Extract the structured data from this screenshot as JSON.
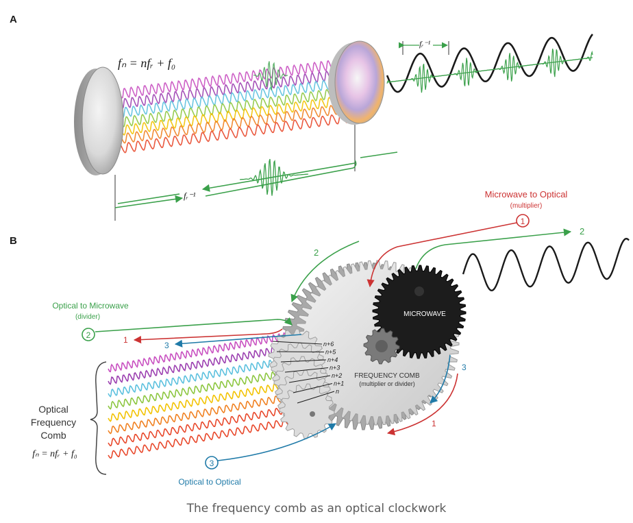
{
  "panel_a": {
    "letter": "A",
    "formula": "fₙ = nfᵣ + f₀",
    "period_label": "fᵣ⁻¹",
    "period_label_top": "fᵣ⁻¹"
  },
  "panel_b": {
    "letter": "B",
    "microwave_to_optical": "Microwave to Optical",
    "multiplier": "(multiplier)",
    "optical_to_microwave": "Optical to Microwave",
    "divider": "(divider)",
    "optical_to_optical": "Optical to Optical",
    "microwave_gear": "MICROWAVE",
    "comb_gear": "FREQUENCY COMB",
    "comb_gear_sub": "(multiplier or divider)",
    "comb_label_1": "Optical",
    "comb_label_2": "Frequency",
    "comb_label_3": "Comb",
    "comb_formula": "fₙ = nfᵣ + f₀",
    "mode_labels": [
      "n+6",
      "n+5",
      "n+4",
      "n+3",
      "n+2",
      "n+1",
      "n"
    ],
    "numbers": {
      "one": "1",
      "two": "2",
      "three": "3"
    }
  },
  "caption": "The frequency comb as an optical clockwork",
  "colors": {
    "red": "#cc3333",
    "green": "#3aa04a",
    "blue": "#1f7aa8",
    "violet": "#9b3fb0",
    "magenta": "#c84fc0",
    "cyan": "#5bc0de",
    "lime": "#8cc63f",
    "yellow": "#f2c200",
    "orange": "#f08020",
    "red_wave": "#e8472a"
  }
}
